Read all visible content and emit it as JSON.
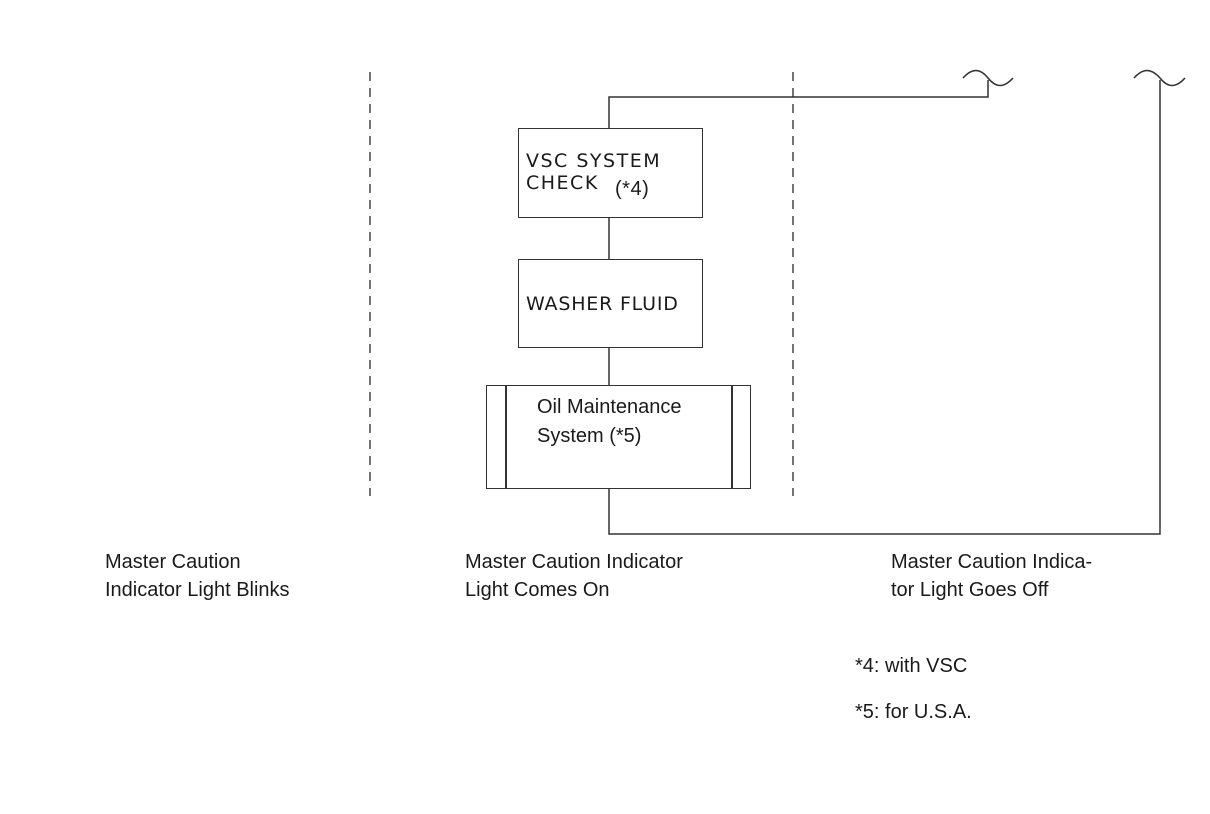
{
  "boxes": {
    "vsc_line1": "VSC SYSTEM",
    "vsc_line2": "CHECK",
    "vsc_note": "(*4)",
    "washer": "WASHER FLUID",
    "oil_line1": "Oil Maintenance",
    "oil_line2": "System (*5)"
  },
  "columns": {
    "blinks_line1": "Master Caution",
    "blinks_line2": "Indicator Light Blinks",
    "comes_on_line1": "Master Caution Indicator",
    "comes_on_line2": "Light Comes On",
    "goes_off_line1": "Master Caution Indica-",
    "goes_off_line2": "tor Light Goes Off"
  },
  "footnotes": {
    "note4": "*4: with VSC",
    "note5": "*5: for U.S.A."
  }
}
